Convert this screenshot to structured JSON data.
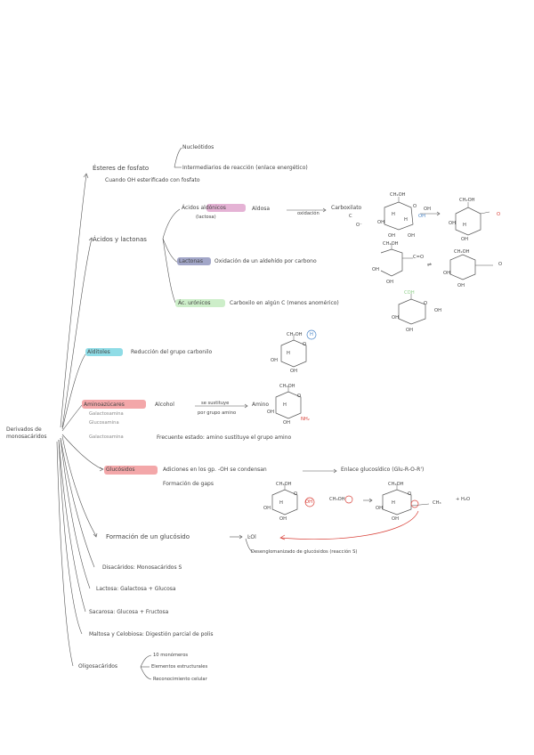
{
  "colors": {
    "pink": "#e5b3d5",
    "slate": "#a2a6c8",
    "mint": "#cdeec9",
    "cyan": "#8fdce6",
    "rose": "#f3a7a9",
    "red": "#d9423a",
    "blue": "#4a86c8",
    "green": "#8fd08a",
    "ink": "#444444"
  },
  "root": {
    "line1": "Derivados de",
    "line2": "monosacáridos"
  },
  "branches": {
    "esteres": {
      "label": "Ésteres de fosfato",
      "sub1": "Nucleótidos",
      "sub2": "Intermediarios de reacción (enlace energético)",
      "note": "Cuando OH esterificado con fosfato"
    },
    "acidos": {
      "label": "Ácidos y lactonas",
      "aldonicos": {
        "tag": "Ácidos aldónicos",
        "paren": "(lactosa)",
        "word": "Aldosa",
        "arrow": "oxidación",
        "product": "Carboxilato"
      },
      "lactonas": {
        "tag": "Lactonas",
        "text": "Oxidación de un aldehído por carbono"
      },
      "uronicos": {
        "tag": "Ác. urónicos",
        "text": "Carboxilo en algún C (menos anomérico)"
      }
    },
    "alditoles": {
      "tag": "Alditoles",
      "text": "Reducción del grupo carbonilo"
    },
    "aminoazucares": {
      "tag": "Aminoazúcares",
      "word": "Alcohol",
      "arrow_top": "se sustituye",
      "arrow_bottom": "por grupo amino",
      "product": "Amino",
      "list": [
        "Galactosamina",
        "Glucosamina",
        "Galactosamina"
      ],
      "note": "Frecuente estado: amino sustituye el grupo amino"
    },
    "glucosidos": {
      "tag": "Glucósidos",
      "text": "Adiciones en los gp. -OH se condensan",
      "arrow_text": "Enlace glucosídico (Glu-R-O-R')",
      "sub": "Formación de gaps",
      "reagent": "CH₃OH",
      "water": "+ H₂O",
      "methyl": "CH₃"
    },
    "formacion": {
      "label": "Formación de un glucósido",
      "result": "ĿOl",
      "note": "Desenglomanizado de glucósidos (reacción S)"
    },
    "disacaridos": {
      "text": "Disacáridos: Monosacáridos S"
    },
    "lactosa": {
      "text": "Lactosa: Galactosa + Glucosa"
    },
    "sacarosa": {
      "text": "Sacarosa: Glucosa + Fructosa"
    },
    "maltosa": {
      "text": "Maltosa y Celobiosa: Digestión parcial de polis"
    },
    "oligosacaridos": {
      "label": "Oligosacáridos",
      "items": [
        "10 monómeros",
        "Elementos estructurales",
        "Reconocimiento celular"
      ]
    }
  },
  "chem": {
    "ch2oh": "CH₂OH",
    "o": "O",
    "oh": "OH",
    "h": "H",
    "o_minus": "O⁻",
    "nh2": "NH₂",
    "coh": "COH",
    "c": "C",
    "c_eq": "C=O",
    "equil": "⇌"
  }
}
